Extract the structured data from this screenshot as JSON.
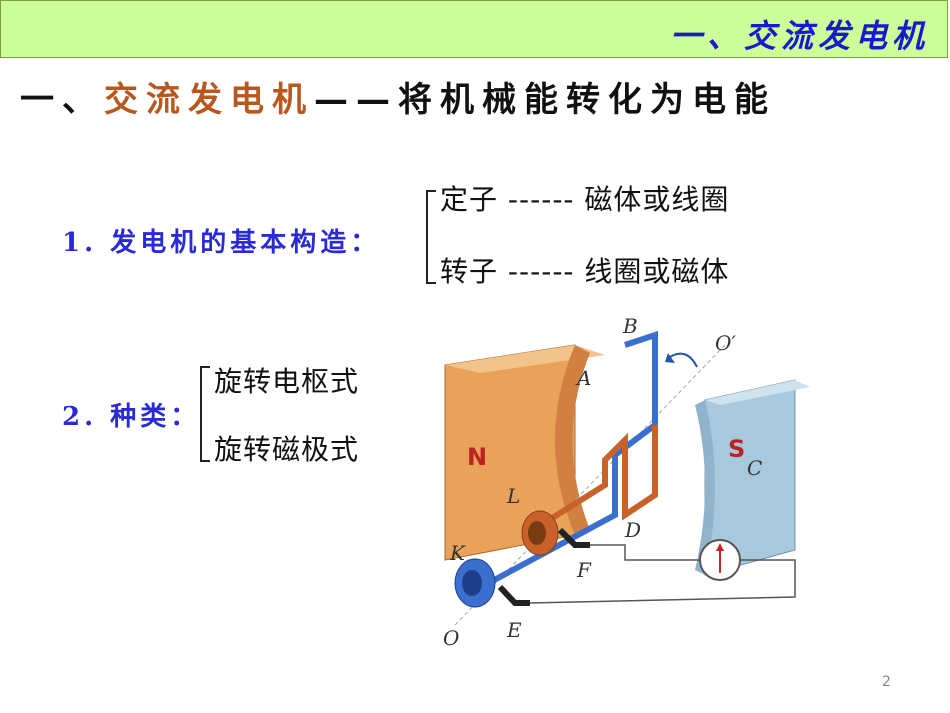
{
  "banner": {
    "title": "一、交流发电机"
  },
  "heading": {
    "prefix": "一、",
    "accent": "交流发电机",
    "suffix": "——将机械能转化为电能"
  },
  "section1": {
    "label": "1. 发电机的基本构造：",
    "items": [
      "定子 ------ 磁体或线圈",
      "转子 ------ 线圈或磁体"
    ]
  },
  "section2": {
    "label": "2. 种类：",
    "items": [
      "旋转电枢式",
      "旋转磁极式"
    ]
  },
  "diagram": {
    "labels": {
      "a": "A",
      "b": "B",
      "c": "C",
      "d": "D",
      "e": "E",
      "f": "F",
      "k": "K",
      "l": "L",
      "n": "N",
      "s": "S",
      "o": "O",
      "o_prime": "O′"
    },
    "colors": {
      "north_magnet": "#e8a25a",
      "south_magnet": "#a8c8dd",
      "coil_blue": "#3b6fcf",
      "coil_red": "#c8622a"
    }
  },
  "footer": {
    "page_number": "2"
  }
}
